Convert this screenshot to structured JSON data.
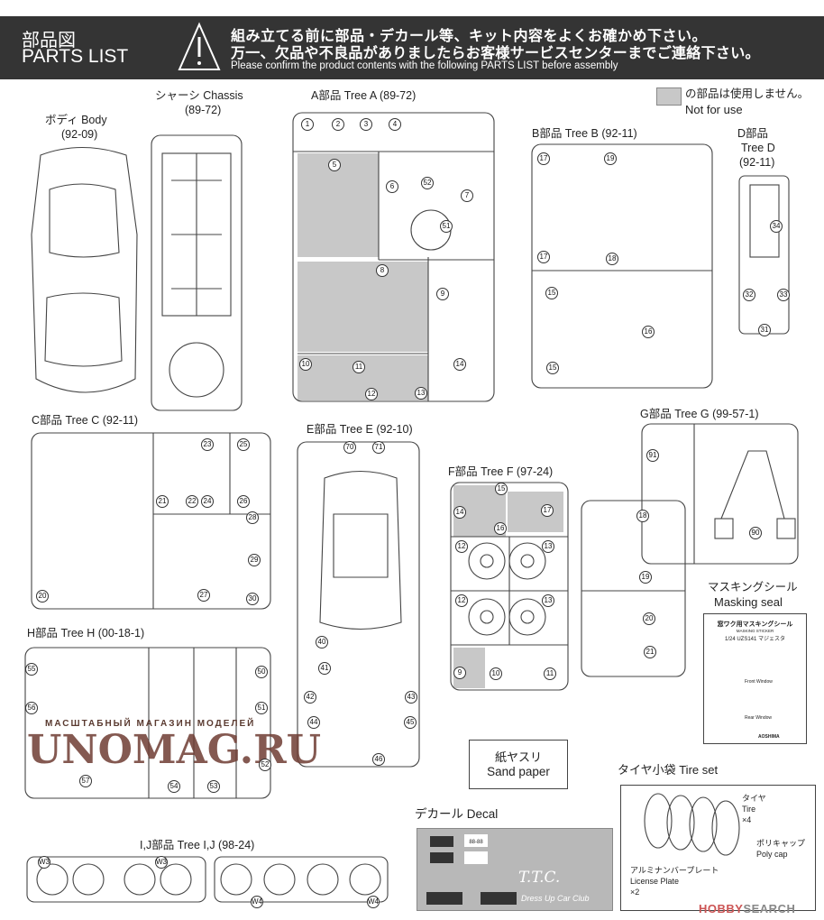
{
  "header": {
    "title_jp": "部品図",
    "title_en": "PARTS LIST",
    "notice_jp_1": "組み立てる前に部品・デカール等、キット内容をよくお確かめ下さい。",
    "notice_jp_2": "万一、欠品や不良品がありましたらお客様サービスセンターまでご連絡下さい。",
    "notice_en": "Please confirm the product contents with the following PARTS LIST before assembly",
    "warning_icon": "warning-triangle-icon"
  },
  "legend": {
    "jp": "の部品は使用しません。",
    "en": "Not for use",
    "color": "#c8c8c8"
  },
  "body": {
    "label": "ボディ Body",
    "code": "(92-09)"
  },
  "chassis": {
    "label": "シャーシ Chassis",
    "code": "(89-72)"
  },
  "trees": {
    "A": {
      "label": "A部品 Tree A (89-72)",
      "parts": [
        "1",
        "2",
        "3",
        "4",
        "5",
        "6",
        "7",
        "8",
        "9",
        "10",
        "11",
        "12",
        "13",
        "14",
        "51",
        "52"
      ]
    },
    "B": {
      "label": "B部品 Tree B (92-11)",
      "parts": [
        "17",
        "19",
        "17",
        "18",
        "15",
        "16",
        "15"
      ]
    },
    "D": {
      "label1": "D部品",
      "label2": "Tree D",
      "label3": "(92-11)",
      "parts": [
        "34",
        "32",
        "33",
        "31"
      ]
    },
    "C": {
      "label": "C部品 Tree C (92-11)",
      "parts": [
        "20",
        "21",
        "22",
        "23",
        "24",
        "25",
        "26",
        "27",
        "28",
        "29",
        "30"
      ]
    },
    "E": {
      "label": "E部品 Tree E (92-10)",
      "parts": [
        "70",
        "71",
        "40",
        "41",
        "42",
        "43",
        "44",
        "45",
        "46"
      ]
    },
    "F": {
      "label": "F部品 Tree F (97-24)",
      "parts": [
        "15",
        "14",
        "16",
        "17",
        "12",
        "13",
        "12",
        "13",
        "9",
        "10",
        "11",
        "18",
        "19",
        "20",
        "21"
      ]
    },
    "G": {
      "label": "G部品 Tree G (99-57-1)",
      "parts": [
        "91",
        "90"
      ]
    },
    "H": {
      "label": "H部品 Tree H (00-18-1)",
      "parts": [
        "55",
        "56",
        "57",
        "54",
        "53",
        "50",
        "51",
        "52"
      ]
    },
    "IJ": {
      "label": "I,J部品 Tree I,J (98-24)",
      "parts": [
        "W3",
        "W3",
        "W4",
        "W4"
      ]
    }
  },
  "masking": {
    "label_jp": "マスキングシール",
    "label_en": "Masking seal",
    "sheet_title": "窓ワク用マスキングシール",
    "sheet_sub": "MASKING STICKER",
    "sheet_model": "1/24 UZS141 マジェスタ",
    "front": "Front Window",
    "rear": "Rear Window",
    "brand": "AOSHIMA"
  },
  "sandpaper": {
    "jp": "紙ヤスリ",
    "en": "Sand paper"
  },
  "decal": {
    "label": "デカール Decal",
    "plate": "88-88",
    "club": "T.T.C.",
    "club_sub": "Dress Up Car Club"
  },
  "tireset": {
    "label": "タイヤ小袋 Tire set",
    "tire_jp": "タイヤ",
    "tire_en": "Tire",
    "tire_qty": "×4",
    "cap_jp": "ポリキャップ",
    "cap_en": "Poly cap",
    "plate_jp": "アルミナンバープレート",
    "plate_en": "License Plate",
    "plate_qty": "×2"
  },
  "watermarks": {
    "store": "UNOMAG.RU",
    "store_sub": "МАСШТАБНЫЙ МАГАЗИН МОДЕЛЕЙ",
    "hobby": "HOBBY",
    "search": "SEARCH"
  }
}
